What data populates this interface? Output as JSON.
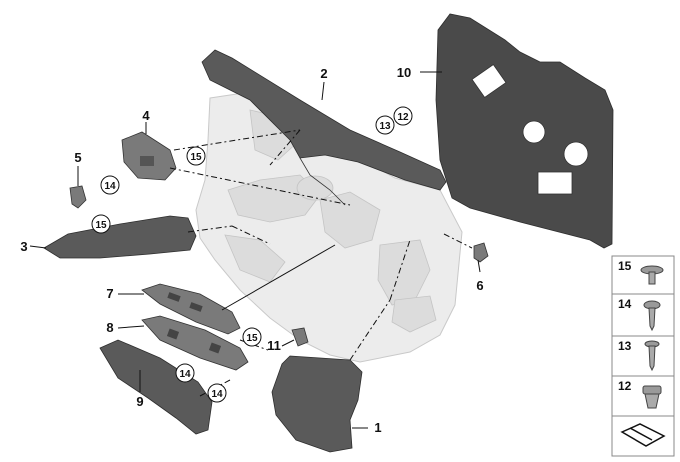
{
  "callouts": {
    "c1": "1",
    "c2": "2",
    "c3": "3",
    "c4": "4",
    "c5": "5",
    "c6": "6",
    "c7": "7",
    "c8": "8",
    "c9": "9",
    "c10": "10",
    "c11": "11"
  },
  "circled": {
    "a13": "13",
    "a12": "12",
    "a15_top": "15",
    "a14_top": "14",
    "a15_mid": "15",
    "a15_low": "15",
    "a14_low": "14",
    "a14_bot": "14"
  },
  "legend": [
    {
      "number": "15",
      "icon": "screw-flange-head-icon"
    },
    {
      "number": "14",
      "icon": "screw-pan-head-icon"
    },
    {
      "number": "13",
      "icon": "screw-countersunk-icon"
    },
    {
      "number": "12",
      "icon": "expanding-nut-icon"
    }
  ],
  "legend_last_icon": "fold-direction-icon"
}
